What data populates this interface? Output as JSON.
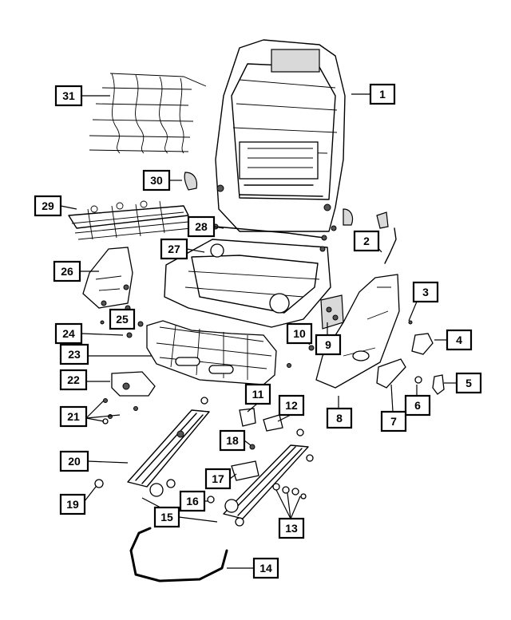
{
  "callouts": [
    {
      "id": "c1",
      "label": "1"
    },
    {
      "id": "c2",
      "label": "2"
    },
    {
      "id": "c3",
      "label": "3"
    },
    {
      "id": "c4",
      "label": "4"
    },
    {
      "id": "c5",
      "label": "5"
    },
    {
      "id": "c6",
      "label": "6"
    },
    {
      "id": "c7",
      "label": "7"
    },
    {
      "id": "c8",
      "label": "8"
    },
    {
      "id": "c9",
      "label": "9"
    },
    {
      "id": "c10",
      "label": "10"
    },
    {
      "id": "c11",
      "label": "11"
    },
    {
      "id": "c12",
      "label": "12"
    },
    {
      "id": "c13",
      "label": "13"
    },
    {
      "id": "c14",
      "label": "14"
    },
    {
      "id": "c15",
      "label": "15"
    },
    {
      "id": "c16",
      "label": "16"
    },
    {
      "id": "c17",
      "label": "17"
    },
    {
      "id": "c18",
      "label": "18"
    },
    {
      "id": "c19",
      "label": "19"
    },
    {
      "id": "c20",
      "label": "20"
    },
    {
      "id": "c21",
      "label": "21"
    },
    {
      "id": "c22",
      "label": "22"
    },
    {
      "id": "c23",
      "label": "23"
    },
    {
      "id": "c24",
      "label": "24"
    },
    {
      "id": "c25",
      "label": "25"
    },
    {
      "id": "c26",
      "label": "26"
    },
    {
      "id": "c27",
      "label": "27"
    },
    {
      "id": "c28",
      "label": "28"
    },
    {
      "id": "c29",
      "label": "29"
    },
    {
      "id": "c30",
      "label": "30"
    },
    {
      "id": "c31",
      "label": "31"
    }
  ],
  "colors": {
    "line": "#000000",
    "background": "#ffffff",
    "shade": "#d9d9d9"
  }
}
